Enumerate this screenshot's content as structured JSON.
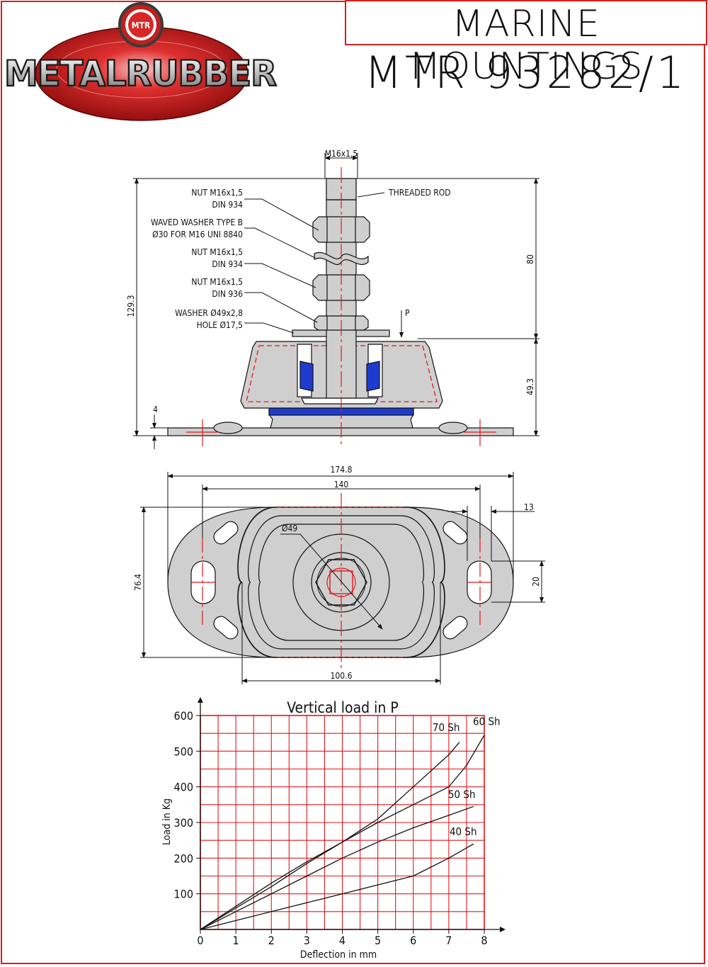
{
  "header": {
    "title": "MARINE MOUNTINGS",
    "part_number": "MTR 93282/1",
    "brand": "METALRUBBER",
    "brand_badge": "MTR"
  },
  "side_view": {
    "thread_label": "M16x1,5",
    "threaded_rod": "THREADED  ROD",
    "callouts": [
      {
        "line1": "NUT M16x1,5",
        "line2": "DIN 934"
      },
      {
        "line1": "WAVED WASHER TYPE B",
        "line2": "Ø30 FOR M16 UNI 8840"
      },
      {
        "line1": "NUT M16x1,5",
        "line2": "DIN 934"
      },
      {
        "line1": "NUT M16x1,5",
        "line2": "DIN 936"
      },
      {
        "line1": "WASHER Ø49x2,8",
        "line2": "HOLE Ø17,5"
      }
    ],
    "load_marker": "P",
    "dim_total_height": "129.3",
    "dim_rod": "80",
    "dim_body": "49.3",
    "dim_base": "4"
  },
  "top_view": {
    "dim_length": "174.8",
    "dim_hole_centers": "140",
    "dim_width": "76.4",
    "dim_body": "100.6",
    "dim_slot_width": "13",
    "dim_slot_length": "20",
    "dim_dia": "Ø49"
  },
  "chart_data": {
    "type": "line",
    "title": "Vertical load in P",
    "xlabel": "Deflection in mm",
    "ylabel": "Load in Kg",
    "xlim": [
      0,
      8
    ],
    "ylim": [
      0,
      600
    ],
    "x_ticks": [
      0,
      1,
      2,
      3,
      4,
      5,
      6,
      7,
      8
    ],
    "y_ticks": [
      100,
      200,
      300,
      400,
      500,
      600
    ],
    "grid": true,
    "grid_color": "#e0191e",
    "series": [
      {
        "name": "70  Sh",
        "x": [
          0,
          1,
          2,
          3,
          4,
          5,
          6,
          7,
          7.3
        ],
        "y": [
          0,
          65,
          130,
          190,
          245,
          310,
          400,
          490,
          525
        ]
      },
      {
        "name": "60  Sh",
        "x": [
          0,
          1,
          2,
          3,
          4,
          5,
          6,
          7,
          7.5,
          8
        ],
        "y": [
          0,
          60,
          120,
          185,
          245,
          300,
          350,
          400,
          460,
          545
        ]
      },
      {
        "name": "50  Sh",
        "x": [
          0,
          1,
          2,
          3,
          4,
          5,
          6,
          7,
          7.7
        ],
        "y": [
          0,
          50,
          100,
          150,
          200,
          245,
          285,
          320,
          345
        ]
      },
      {
        "name": "40  Sh",
        "x": [
          0,
          1,
          2,
          3,
          4,
          5,
          6,
          7,
          7.7
        ],
        "y": [
          0,
          25,
          50,
          75,
          100,
          125,
          150,
          200,
          240
        ]
      }
    ]
  }
}
